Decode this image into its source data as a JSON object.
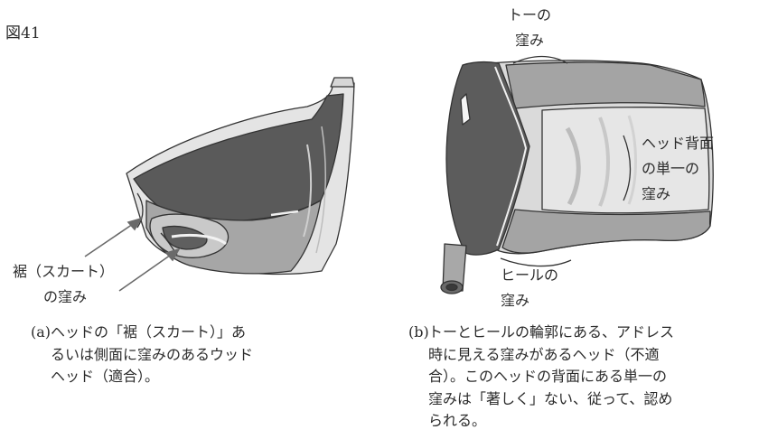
{
  "figure": {
    "title": "図41"
  },
  "left_panel": {
    "skirt_label": [
      "裾（スカート）",
      "の窪み"
    ],
    "caption": {
      "letter": "(a)",
      "lines": [
        "ヘッドの「裾（スカート）」あ",
        "るいは側面に窪みのあるウッド",
        "ヘッド（適合）。"
      ]
    }
  },
  "right_panel": {
    "toe_label": [
      "トーの",
      "窪み"
    ],
    "back_label": [
      "ヘッド背面",
      "の単一の",
      "窪み"
    ],
    "heel_label": [
      "ヒールの",
      "窪み"
    ],
    "caption": {
      "letter": "(b)",
      "lines": [
        "トーとヒールの輪郭にある、アドレス",
        "時に見える窪みがあるヘッド（不適",
        "合）。このヘッドの背面にある単一の",
        "窪みは「著しく」ない、従って、認め",
        "られる。"
      ]
    }
  },
  "colors": {
    "dark": "#5a5a5a",
    "mid": "#9c9c9c",
    "light": "#d4d4d4",
    "pale": "#ededed",
    "outline": "#333333"
  }
}
